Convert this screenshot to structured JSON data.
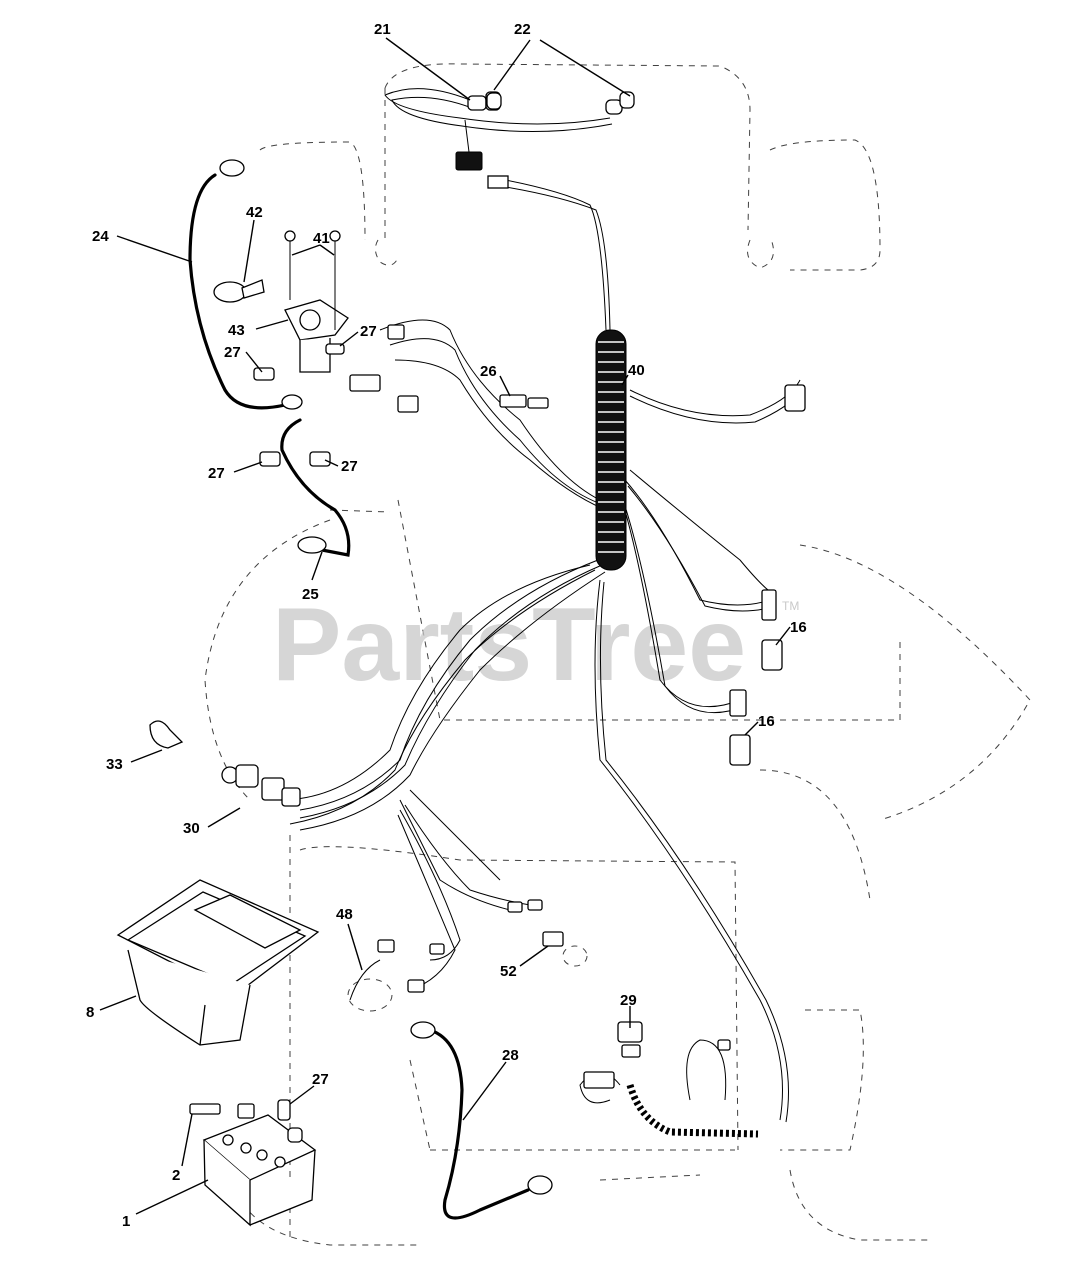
{
  "watermark": {
    "text": "PartsTree",
    "mark": "TM"
  },
  "callouts": {
    "c1": "1",
    "c2": "2",
    "c8": "8",
    "c16a": "16",
    "c16b": "16",
    "c21": "21",
    "c22": "22",
    "c24": "24",
    "c25": "25",
    "c26": "26",
    "c27a": "27",
    "c27b": "27",
    "c27c": "27",
    "c27d": "27",
    "c27e": "27",
    "c28": "28",
    "c29": "29",
    "c30": "30",
    "c33": "33",
    "c40": "40",
    "c41": "41",
    "c42": "42",
    "c43": "43",
    "c48": "48",
    "c52": "52"
  }
}
